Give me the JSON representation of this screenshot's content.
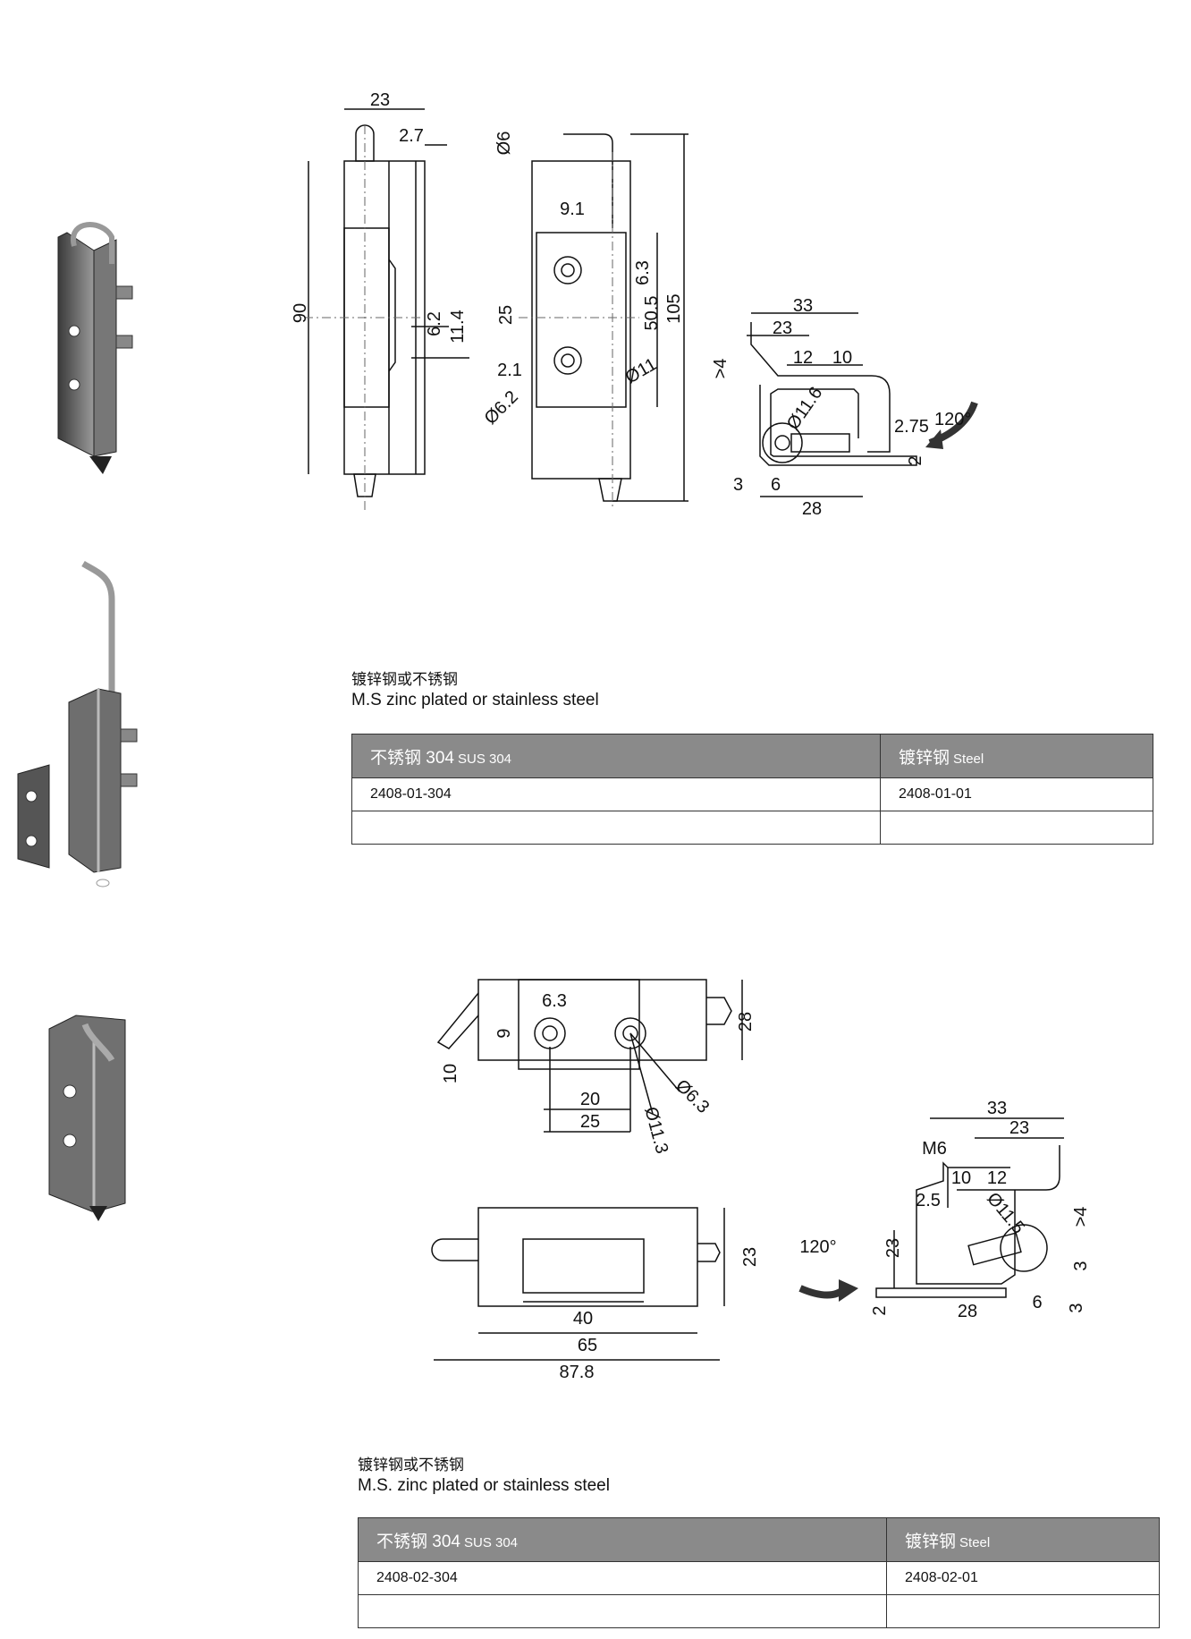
{
  "section1": {
    "caption_cn": "镀锌钢或不锈钢",
    "caption_en": "M.S zinc plated or stainless steel",
    "table": {
      "col1_header_cn": "不锈钢 304",
      "col1_header_en": "SUS 304",
      "col2_header_cn": "镀锌钢",
      "col2_header_en": "Steel",
      "row1": [
        "2408-01-304",
        "2408-01-01"
      ],
      "row2": [
        "",
        ""
      ]
    },
    "dims": {
      "front": [
        "23",
        "2.7",
        "90",
        "6.2",
        "11.4"
      ],
      "side": [
        "Ø6",
        "9.1",
        "6.3",
        "25",
        "50.5",
        "105",
        "2.1",
        "Ø6.2",
        "Ø11"
      ],
      "top": [
        "33",
        "23",
        "12",
        "10",
        ">4",
        "Ø11.6",
        "2.75",
        "120°",
        "2",
        "3",
        "6",
        "28"
      ]
    }
  },
  "section2": {
    "caption_cn": "镀锌钢或不锈钢",
    "caption_en": "M.S. zinc plated or stainless steel",
    "table": {
      "col1_header_cn": "不锈钢 304",
      "col1_header_en": "SUS 304",
      "col2_header_cn": "镀锌钢",
      "col2_header_en": "Steel",
      "row1": [
        "2408-02-304",
        "2408-02-01"
      ],
      "row2": [
        "",
        ""
      ]
    },
    "dims": {
      "plan": [
        "6.3",
        "9",
        "10",
        "28",
        "20",
        "25",
        "Ø6.3",
        "Ø11.3"
      ],
      "elev": [
        "23",
        "40",
        "65",
        "87.8"
      ],
      "side": [
        "33",
        "23",
        "M6",
        "10",
        "12",
        "2.5",
        "Ø11.5",
        "23",
        ">4",
        "3",
        "120°",
        "2",
        "28",
        "6",
        "3"
      ]
    }
  }
}
